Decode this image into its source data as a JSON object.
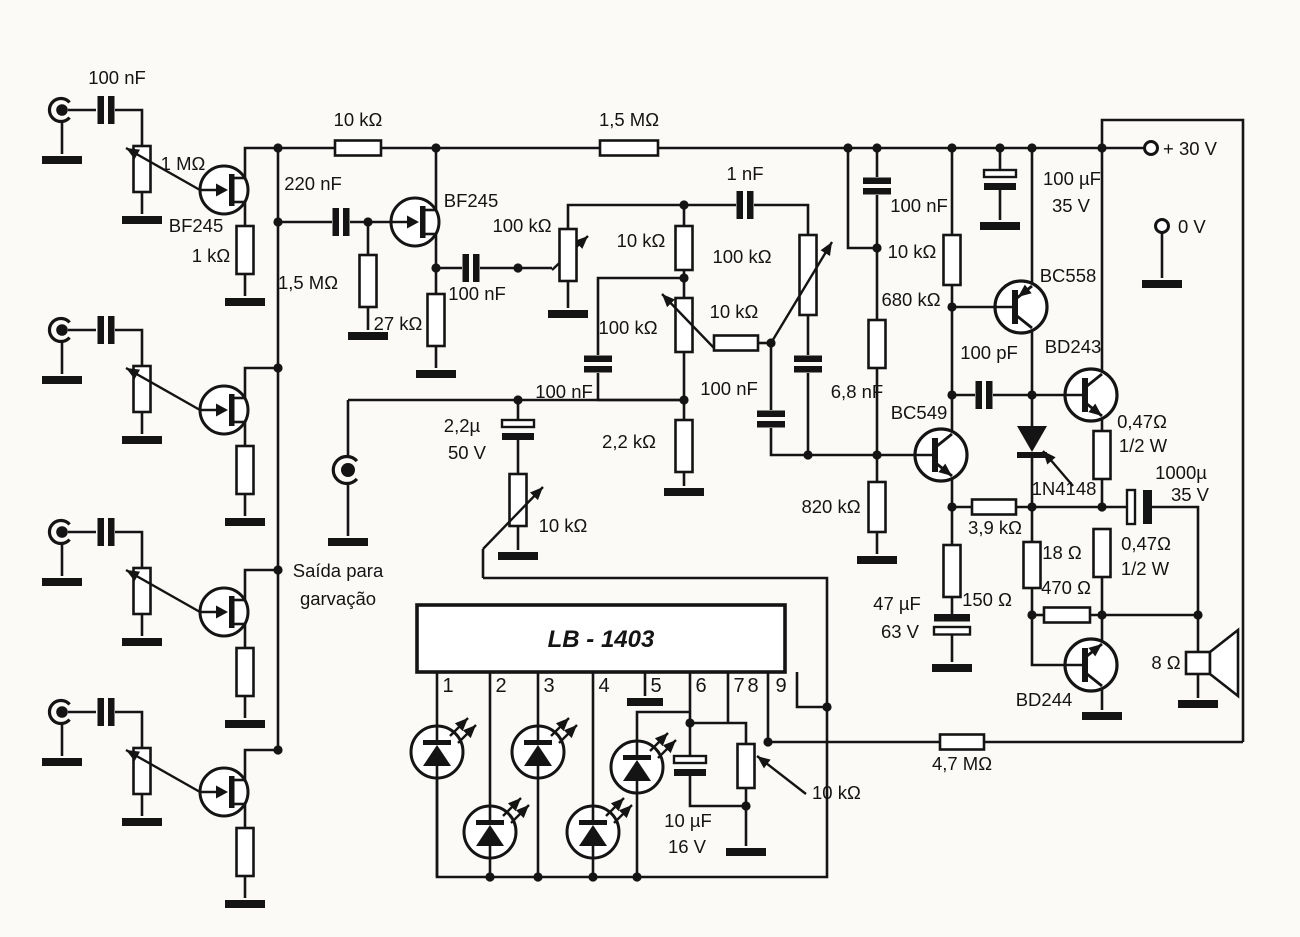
{
  "power": {
    "vcc_label": "+ 30 V",
    "gnd_label": "0 V"
  },
  "channels": {
    "input_cap": "100 nF",
    "level_pot": "1 MΩ",
    "jfet": "BF245",
    "source_res": "1 kΩ"
  },
  "mixer": {
    "drain_res": "10 kΩ",
    "coupling_cap": "220 nF",
    "jfet": "BF245",
    "gate_res": "1,5 MΩ",
    "source_res": "27 kΩ",
    "output_cap": "100 nF"
  },
  "bias": {
    "feedback_res": "1,5 MΩ",
    "decoupling_cap": "100 nF"
  },
  "volume": {
    "pot": "100 kΩ"
  },
  "tone": {
    "treble_cap": "1 nF",
    "series_res": "10 kΩ",
    "treble_pot": "100 kΩ",
    "bass_pot": "100 kΩ",
    "bass_res": "10 kΩ",
    "bass_cap": "100 nF",
    "mid_cap": "100 nF",
    "hf_cap": "6,8 nF",
    "load_res": "2,2 kΩ"
  },
  "record": {
    "coupling_cap": "2,2µ",
    "coupling_cap_voltage": "50 V",
    "level_pot": "10 kΩ",
    "output_label_line1": "Saída para",
    "output_label_line2": "garvação"
  },
  "vu_meter": {
    "ic_label": "LB - 1403",
    "pin_labels": [
      "1",
      "2",
      "3",
      "4",
      "5",
      "6",
      "7",
      "8",
      "9"
    ],
    "filter_cap": "10 µF",
    "filter_cap_voltage": "16 V",
    "sensitivity_pot": "10 kΩ",
    "input_res": "4,7 MΩ"
  },
  "amplifier": {
    "input_transistor": "BC549",
    "driver_transistor": "BC558",
    "power_transistor_top": "BD243",
    "power_transistor_bottom": "BD244",
    "bias_diode": "1N4148",
    "collector_res": "10 kΩ",
    "feedback_res": "680 kΩ",
    "base_res": "820 kΩ",
    "comp_cap": "100 pF",
    "emitter_res": "150 Ω",
    "bypass_cap": "47 µF",
    "bypass_cap_voltage": "63 V",
    "gain_res": "3,9 kΩ",
    "bias_res": "18 Ω",
    "drive_res": "470 Ω",
    "emitter_res_top": "0,47Ω",
    "emitter_res_top_w": "1/2 W",
    "emitter_res_bottom": "0,47Ω",
    "emitter_res_bottom_w": "1/2 W",
    "output_cap": "1000µ",
    "output_cap_voltage": "35 V",
    "supply_cap": "100 µF",
    "supply_cap_voltage": "35 V",
    "speaker_impedance": "8 Ω"
  }
}
